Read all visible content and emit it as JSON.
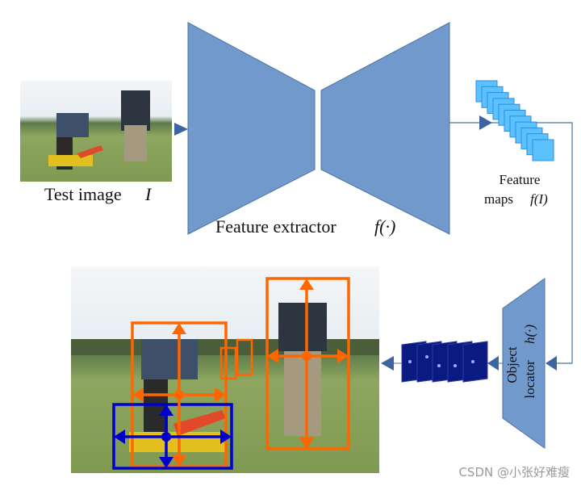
{
  "labels": {
    "test_image": "Test image",
    "test_image_var": "I",
    "feature_extractor": "Feature extractor",
    "feature_extractor_fn": "f(·)",
    "feature_maps_line1": "Feature",
    "feature_maps_line2": "maps",
    "feature_maps_fn": "f(I)",
    "object_locator_line1": "Object",
    "object_locator_line2": "locator",
    "object_locator_fn": "h(·)"
  },
  "watermark": "CSDN @小张好难瘦",
  "colors": {
    "network": "#7199cc",
    "network_stroke": "#4a74a8",
    "feature_map": "#5cc2ff",
    "locator_maps": "#0a1a80",
    "arrow": "#3c64a0",
    "box_orange": "#ff6600",
    "box_blue": "#0000cc"
  }
}
